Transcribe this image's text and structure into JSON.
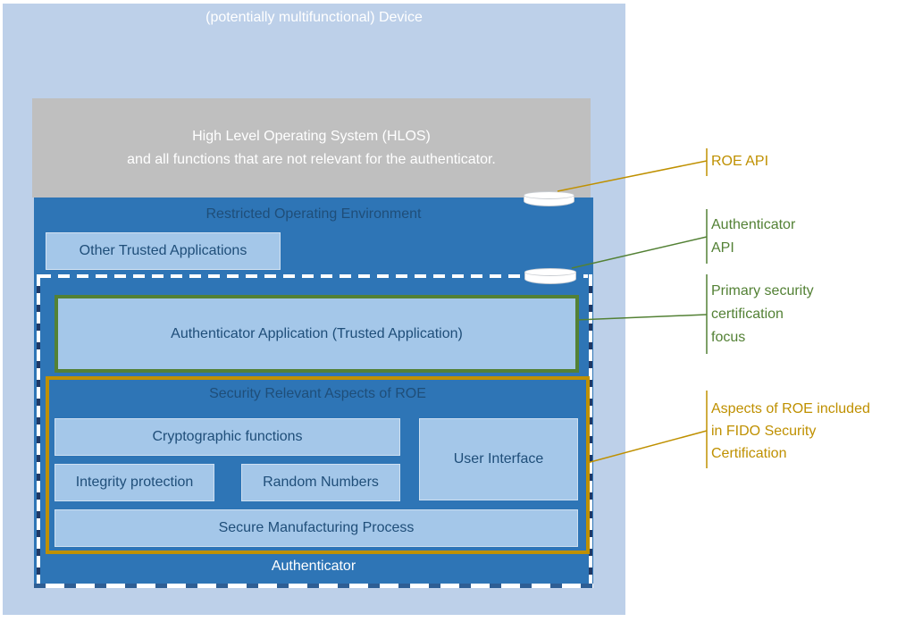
{
  "device": {
    "title": "(potentially multifunctional) Device"
  },
  "hlos": {
    "line1": "High Level Operating System (HLOS)",
    "line2": "and all functions that are not relevant for the authenticator."
  },
  "roe": {
    "title": "Restricted Operating Environment",
    "other_trusted_label": "Other Trusted Applications"
  },
  "authenticator": {
    "app_label": "Authenticator Application (Trusted Application)",
    "region_label": "Authenticator"
  },
  "security": {
    "title": "Security Relevant Aspects of ROE",
    "items": [
      "Cryptographic functions",
      "User Interface",
      "Integrity protection",
      "Random Numbers",
      "Secure Manufacturing Process"
    ]
  },
  "callouts": [
    {
      "id": "roe-api",
      "color": "#BF9000",
      "lines": [
        "ROE API"
      ]
    },
    {
      "id": "authenticator-api",
      "color": "#538135",
      "lines": [
        "Authenticator",
        "API"
      ]
    },
    {
      "id": "primary-focus",
      "color": "#538135",
      "lines": [
        "Primary security",
        "certification",
        "focus"
      ]
    },
    {
      "id": "aspects-of-roe",
      "color": "#BF9000",
      "lines": [
        "Aspects of ROE included",
        "in FIDO Security",
        "Certification"
      ]
    }
  ],
  "colors": {
    "device_bg": "#BDD0E9",
    "hlos_bg": "#BFBFBF",
    "roe_bg": "#2E75B6",
    "inner_box_bg": "#A4C7E9",
    "dark_text": "#1F4E79",
    "green_accent": "#538135",
    "orange_accent": "#BF9000",
    "dash_navy": "#1F3864"
  }
}
